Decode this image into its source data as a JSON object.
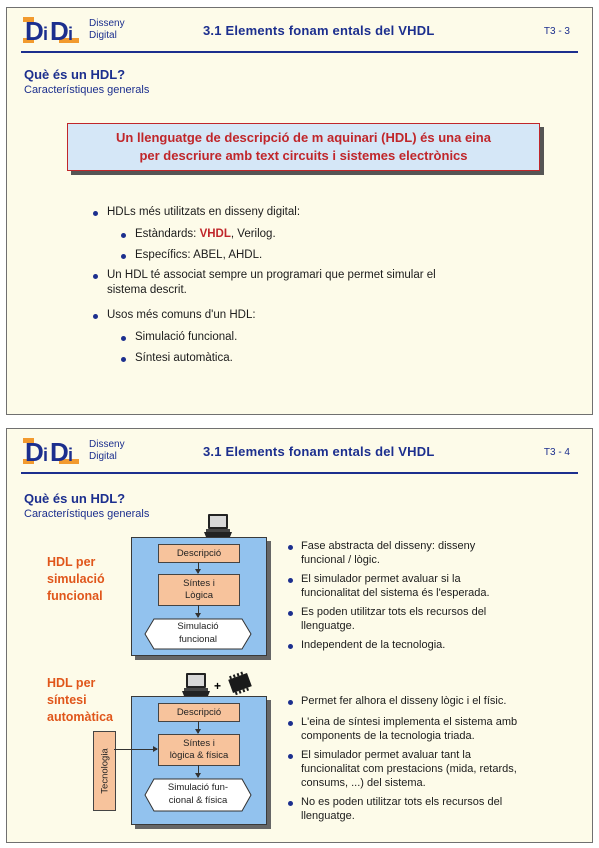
{
  "header": {
    "logo_line1": "Disseny",
    "logo_line2": "Digital",
    "title": "3.1 Elements fonam entals del VHDL"
  },
  "slide1": {
    "page_num": "T3 - 3",
    "section_title": "Què és un HDL?",
    "section_sub": "Característiques generals",
    "callout_line1": "Un llenguatge de descripció de m aquinari (HDL) és una eina",
    "callout_line2": "per descriure amb text circuits i sistemes electrònics",
    "bullets": {
      "b1": "HDLs més utilitzats en disseny digital:",
      "b1a_pre": "Estàndards: ",
      "b1a_hl": "VHDL",
      "b1a_post": ", Verilog.",
      "b1b": "Específics: ABEL, AHDL.",
      "b2_l1": "Un HDL té associat sempre un programari que permet simular el",
      "b2_l2": "sistema descrit.",
      "b3": "Usos més comuns d'un HDL:",
      "b3a": "Simulació funcional.",
      "b3b": "Síntesi automàtica."
    }
  },
  "slide2": {
    "page_num": "T3 - 4",
    "section_title": "Què és un HDL?",
    "section_sub": "Característiques generals",
    "label1_l1": "HDL per",
    "label1_l2": "simulació",
    "label1_l3": "funcional",
    "label2_l1": "HDL per",
    "label2_l2": "síntesi",
    "label2_l3": "automàtica",
    "flow1": {
      "stage1": "Descripció",
      "stage2_l1": "Síntes i",
      "stage2_l2": "Lògica",
      "stage3_l1": "Simulació",
      "stage3_l2": "funcional"
    },
    "flow2": {
      "stage1": "Descripció",
      "stage2_l1": "Síntes i",
      "stage2_l2": "lògica & física",
      "stage3_l1": "Simulació fun-",
      "stage3_l2": "cional & física",
      "tech": "Tecnologia",
      "plus": "+"
    },
    "bullets1": {
      "a_l1": "Fase abstracta del disseny: disseny",
      "a_l2": "funcional / lògic.",
      "b_l1": "El simulador permet avaluar si la",
      "b_l2": "funcionalitat del sistema és l'esperada.",
      "c_l1": "Es poden utilitzar tots els recursos del",
      "c_l2": "llenguatge.",
      "d": "Independent de la tecnologia."
    },
    "bullets2": {
      "a": "Permet fer alhora el disseny lògic i el físic.",
      "b_l1": "L'eina de síntesi implementa el sistema amb",
      "b_l2": "components de la tecnologia triada.",
      "c_l1": "El simulador permet avaluar tant la",
      "c_l2": "funcionalitat com prestacions (mida, retards,",
      "c_l3": "consums, ...) del sistema.",
      "d_l1": "No es poden utilitzar tots els recursos del",
      "d_l2": "llenguatge."
    }
  },
  "colors": {
    "navy": "#1c2f8e",
    "red": "#c0262a",
    "orange": "#e0561b",
    "slide_bg": "#fdfbe9",
    "flow_bg": "#92c2ee",
    "stage_bg": "#f7c39c",
    "callout_bg": "#d5e7f7"
  }
}
